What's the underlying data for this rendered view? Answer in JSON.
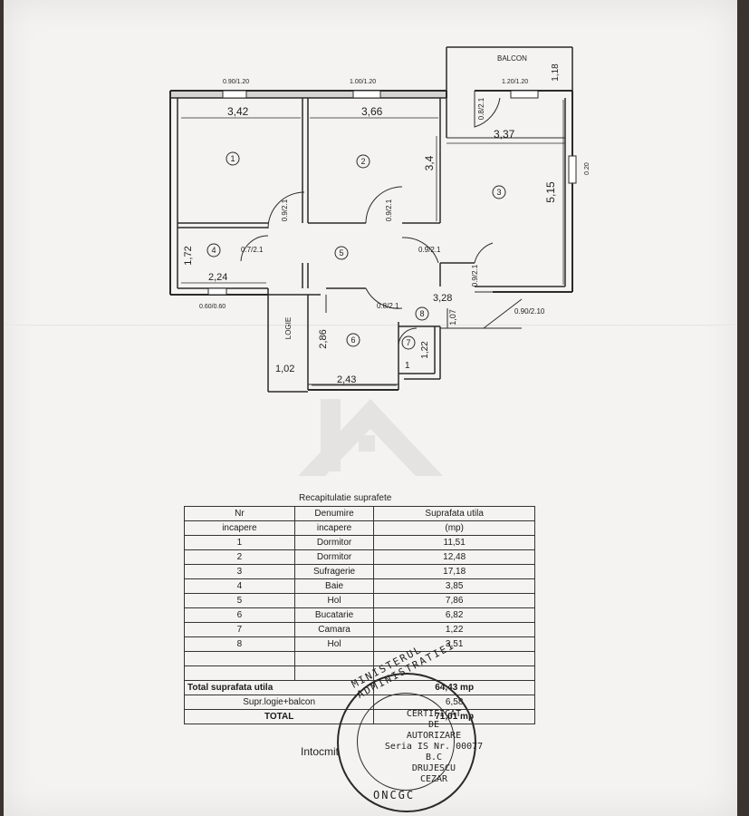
{
  "plan": {
    "balcony_label": "BALCON",
    "logie_label": "LOGIE",
    "dimensions": {
      "win1": "0.90/1.20",
      "win2": "1.00/1.20",
      "win3": "1.20/1.20",
      "room1_w": "3,42",
      "room2_w": "3,66",
      "room3_w": "3,37",
      "room2_h": "3,4",
      "room3_h": "5,15",
      "balcony_h": "1,18",
      "wall_side": "0.20",
      "door1": "0.9/2.1",
      "door2": "0.9/2.1",
      "door3": "0.9/2.1",
      "door4": "0.9/2.1",
      "door5": "0.8/2.1",
      "door_balcon": "0.8/2.1",
      "door_bath": "0.7/2.1",
      "bath_h": "1,72",
      "bath_w": "2,24",
      "bath_win": "0.60/0.60",
      "hall_w": "3,28",
      "entry_door": "0.90/2.10",
      "hall8_h": "1,07",
      "kitchen_h": "2,86",
      "kitchen_w": "2,43",
      "logie_w": "1,02",
      "pantry_w": "1",
      "pantry_h": "1,22"
    },
    "room_numbers": [
      "1",
      "2",
      "3",
      "4",
      "5",
      "6",
      "7",
      "8"
    ]
  },
  "table": {
    "title": "Recapitulatie suprafete",
    "headers": {
      "nr_line1": "Nr",
      "nr_line2": "incapere",
      "den_line1": "Denumire",
      "den_line2": "incapere",
      "supr_line1": "Suprafata utila",
      "supr_line2": "(mp)"
    },
    "rows": [
      {
        "nr": "1",
        "name": "Dormitor",
        "area": "11,51"
      },
      {
        "nr": "2",
        "name": "Dormitor",
        "area": "12,48"
      },
      {
        "nr": "3",
        "name": "Sufragerie",
        "area": "17,18"
      },
      {
        "nr": "4",
        "name": "Baie",
        "area": "3,85"
      },
      {
        "nr": "5",
        "name": "Hol",
        "area": "7,86"
      },
      {
        "nr": "6",
        "name": "Bucatarie",
        "area": "6,82"
      },
      {
        "nr": "7",
        "name": "Camara",
        "area": "1,22"
      },
      {
        "nr": "8",
        "name": "Hol",
        "area": "3,51"
      }
    ],
    "total_util_label": "Total suprafata utila",
    "total_util_value": "64,43 mp",
    "logie_balcon_label": "Supr.logie+balcon",
    "logie_balcon_value": "6,58",
    "total_label": "TOTAL",
    "total_value": "71,01 mp"
  },
  "intocmit": "Intocmit",
  "stamp": {
    "top": "MINISTERUL ADMINISTRATIEI",
    "line1": "CERTIFICAT",
    "line2": "DE",
    "line3": "AUTORIZARE",
    "line4": "Seria IS Nr. 00077",
    "line5": "B.C",
    "line6": "DRUJESCU",
    "line7": "CEZAR",
    "bottom": "ONCGC"
  }
}
